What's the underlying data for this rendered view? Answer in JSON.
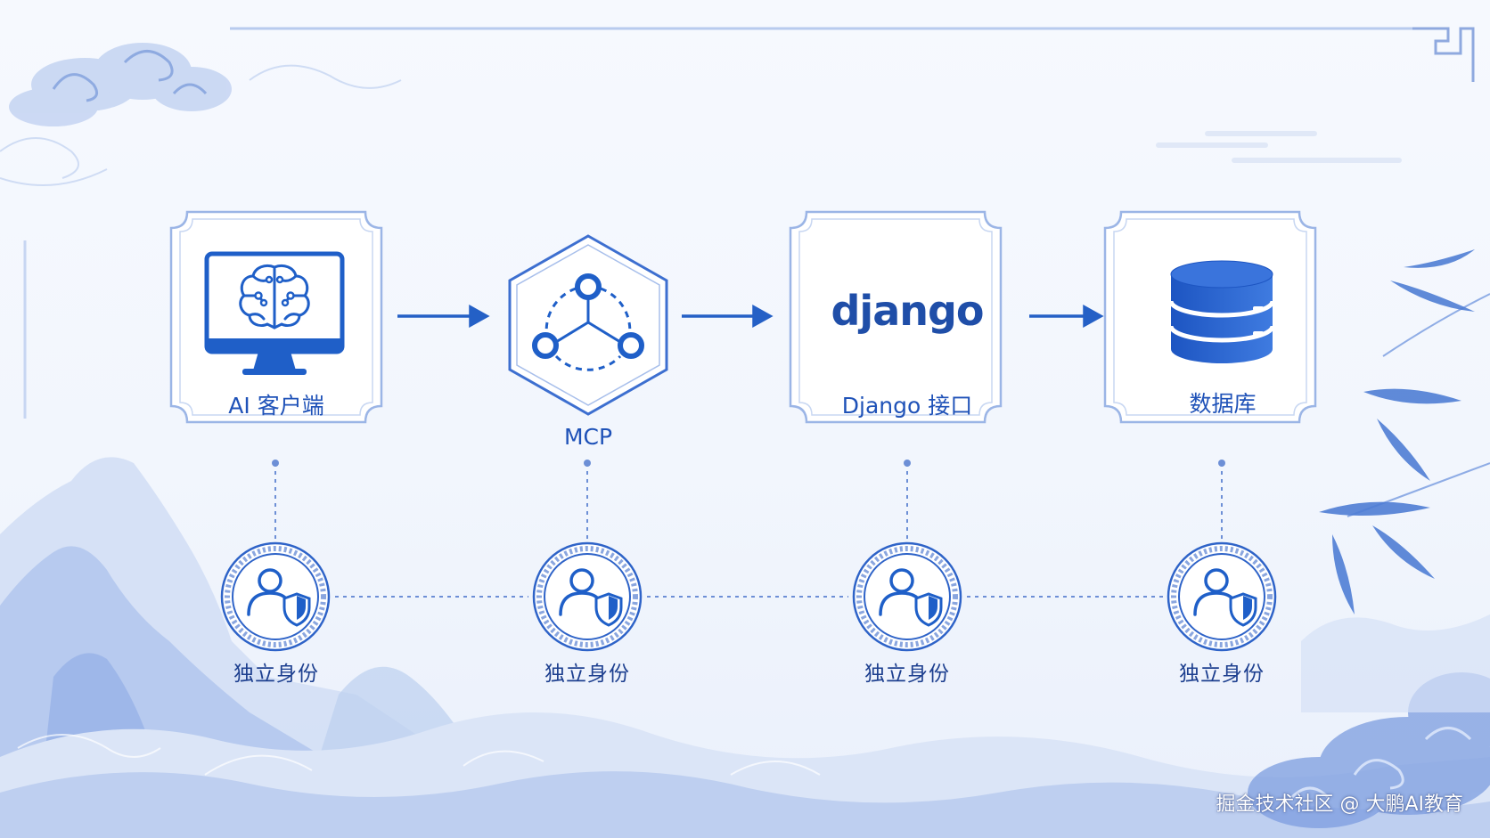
{
  "nodes": [
    {
      "label": "AI 客户端",
      "icon": "ai-brain-monitor-icon"
    },
    {
      "label": "MCP",
      "icon": "mcp-network-hexagon-icon"
    },
    {
      "label": "Django 接口",
      "icon": "django-logo",
      "logo_text": "django"
    },
    {
      "label": "数据库",
      "icon": "database-icon"
    }
  ],
  "identities": [
    {
      "label": "独立身份",
      "icon": "user-shield-icon"
    },
    {
      "label": "独立身份",
      "icon": "user-shield-icon"
    },
    {
      "label": "独立身份",
      "icon": "user-shield-icon"
    },
    {
      "label": "独立身份",
      "icon": "user-shield-icon"
    }
  ],
  "watermark": "掘金技术社区 @ 大鹏AI教育",
  "colors": {
    "accent": "#1f5fc8",
    "frame": "#9bb5e6",
    "ink": "#1d3f8f",
    "wash": "#c9d8f3"
  }
}
